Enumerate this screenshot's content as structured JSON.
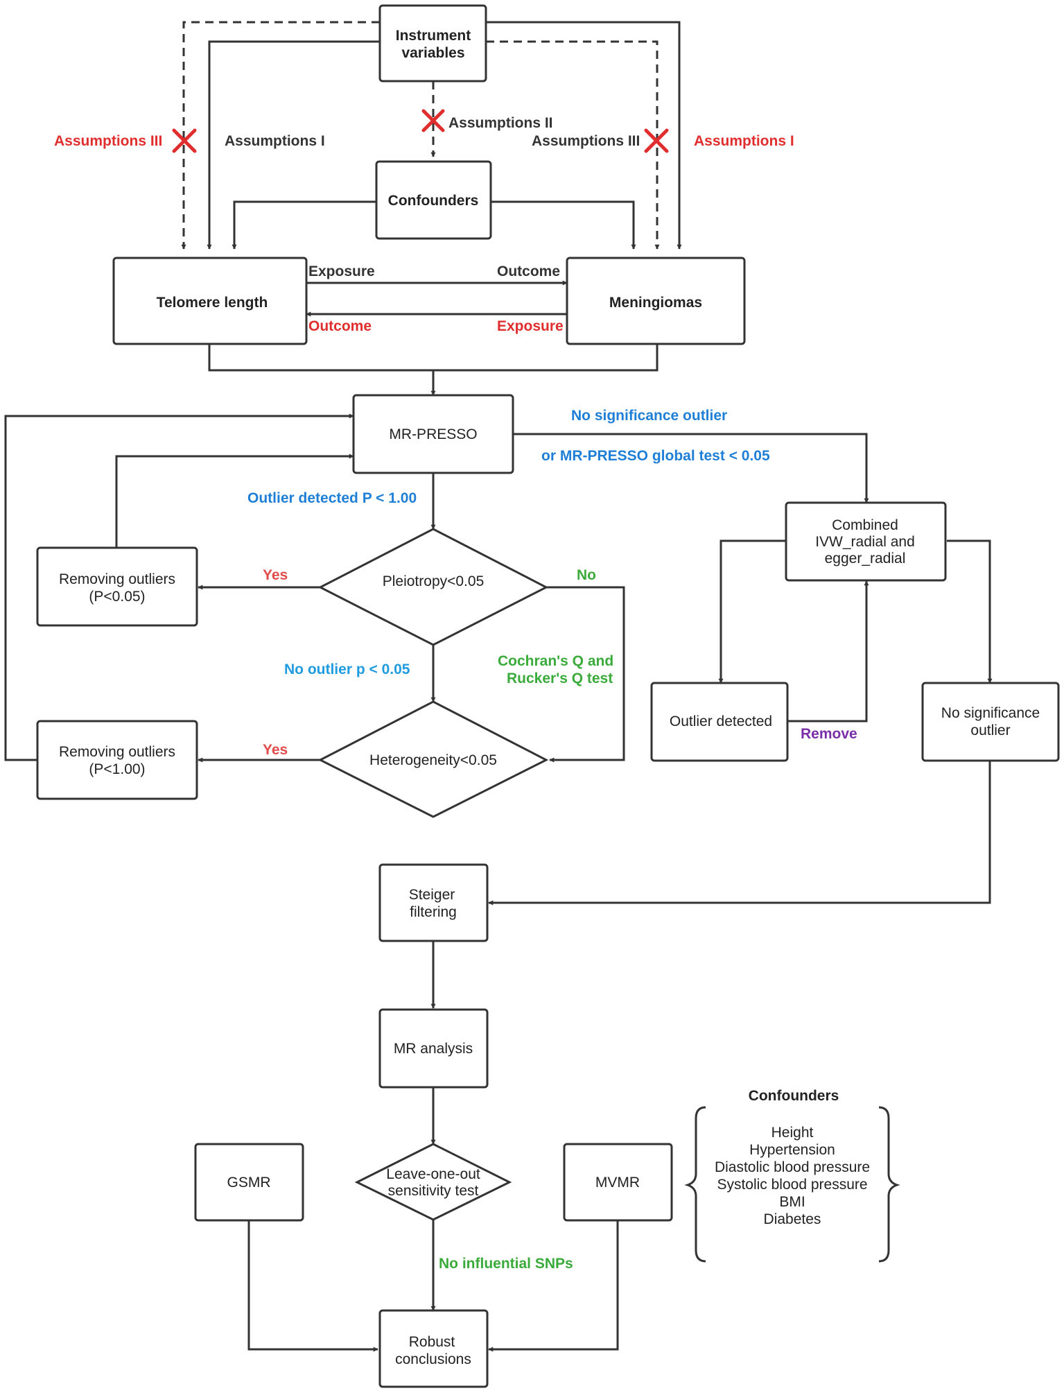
{
  "colors": {
    "red": "#e02d2d",
    "blue": "#1f7fd6",
    "green": "#3aab3a",
    "purple": "#7a2fa8",
    "line": "#333333"
  },
  "nodes": {
    "instrument_variables": [
      "Instrument",
      "variables"
    ],
    "confounders_top": "Confounders",
    "telomere_length": "Telomere length",
    "meningiomas": "Meningiomas",
    "mr_presso": "MR-PRESSO",
    "combined": [
      "Combined",
      "IVW_radial and",
      "egger_radial"
    ],
    "removing_outliers_1": [
      "Removing outliers",
      "(P<0.05)"
    ],
    "pleiotropy": "Pleiotropy<0.05",
    "heterogeneity": "Heterogeneity<0.05",
    "removing_outliers_2": [
      "Removing outliers",
      "(P<1.00)"
    ],
    "outlier_detected": "Outlier detected",
    "no_significance_outlier_box": [
      "No significance",
      "outlier"
    ],
    "steiger": [
      "Steiger",
      "filtering"
    ],
    "mr_analysis": "MR analysis",
    "leave_one_out": [
      "Leave-one-out",
      "sensitivity test"
    ],
    "gsmr": "GSMR",
    "mvmr": "MVMR",
    "robust": [
      "Robust",
      "conclusions"
    ]
  },
  "labels": {
    "assumptions_iii_left": "Assumptions III",
    "assumptions_i_left": "Assumptions I",
    "assumptions_ii": "Assumptions II",
    "assumptions_iii_right": "Assumptions III",
    "assumptions_i_right": "Assumptions I",
    "exposure_top": "Exposure",
    "outcome_top": "Outcome",
    "outcome_bottom": "Outcome",
    "exposure_bottom": "Exposure",
    "no_sig_outlier": "No significance outlier",
    "global_test": "or MR-PRESSO global test < 0.05",
    "outlier_detected_p": "Outlier detected P < 1.00",
    "yes_1": "Yes",
    "no": "No",
    "no_outlier_p": "No outlier p < 0.05",
    "cochran": [
      "Cochran's Q  and",
      "Rucker's Q test"
    ],
    "yes_2": "Yes",
    "remove": "Remove",
    "no_influential": "No influential SNPs"
  },
  "confounders_panel": {
    "title": "Confounders",
    "items": [
      "Height",
      "Hypertension",
      "Diastolic blood pressure",
      "Systolic blood pressure",
      "BMI",
      "Diabetes"
    ]
  }
}
